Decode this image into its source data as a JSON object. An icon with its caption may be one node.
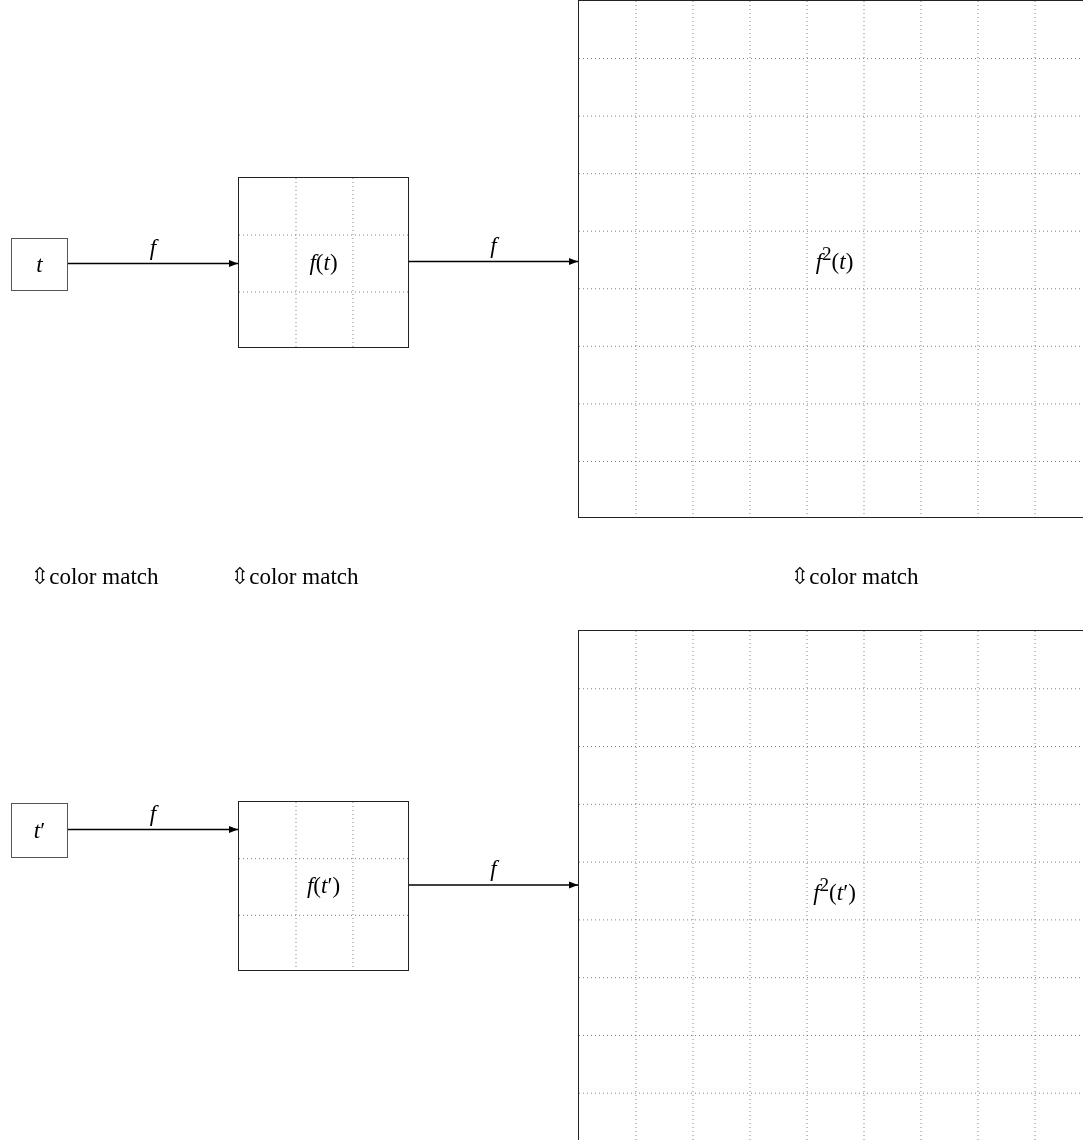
{
  "diagram": {
    "nodes": [
      {
        "text": [
          "t"
        ]
      },
      {
        "text": [
          "*f*(*t*)"
        ]
      },
      {
        "text": [
          "*f*$^{2}$(*t*)"
        ]
      },
      {
        "text": [
          "*t*′"
        ]
      },
      {
        "text": [
          "*f*(*t*′)"
        ]
      },
      {
        "text": [
          "*f*$^{2}$(*t*′)"
        ]
      }
    ],
    "edges": [
      {
        "from": 0,
        "to": 1,
        "arrow": "to",
        "label": "f"
      },
      {
        "from": 1,
        "to": 2,
        "arrow": "to",
        "label": "f"
      },
      {
        "from": 3,
        "to": 4,
        "arrow": "to",
        "label": "f"
      },
      {
        "from": 4,
        "to": 5,
        "arrow": "to",
        "label": "f"
      }
    ],
    "labels": [
      "⇳color match",
      "⇳color match",
      "⇳color match"
    ]
  }
}
